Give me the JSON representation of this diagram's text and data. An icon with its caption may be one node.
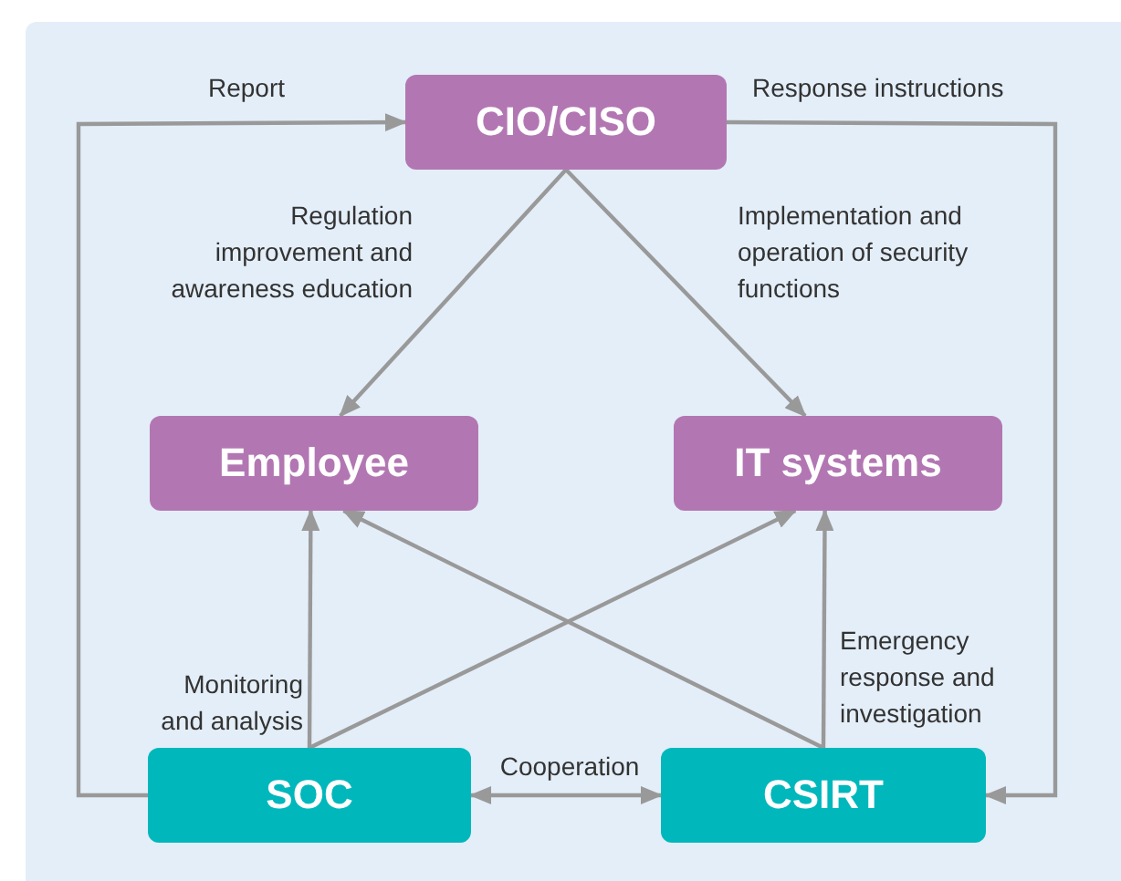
{
  "diagram": {
    "nodes": [
      {
        "text": [
          "CIO/CISO"
        ]
      },
      {
        "text": [
          "Employee"
        ]
      },
      {
        "text": [
          "IT systems"
        ]
      },
      {
        "text": [
          "SOC"
        ]
      },
      {
        "text": [
          "CSIRT"
        ]
      }
    ],
    "edges": [
      {
        "from": 3,
        "to": 0,
        "arrow": "to",
        "label": "Report"
      },
      {
        "from": 0,
        "to": 4,
        "arrow": "to",
        "label": "Response instructions"
      },
      {
        "from": 0,
        "to": 1,
        "arrow": "to",
        "label": "Regulation improvement and awareness education"
      },
      {
        "from": 0,
        "to": 2,
        "arrow": "to",
        "label": "Implementation and operation of security functions"
      },
      {
        "from": 3,
        "to": 1,
        "arrow": "to",
        "label": "Monitoring and analysis"
      },
      {
        "from": 3,
        "to": 2,
        "arrow": "to"
      },
      {
        "from": 4,
        "to": 1,
        "arrow": "to"
      },
      {
        "from": 4,
        "to": 2,
        "arrow": "to",
        "label": "Emergency response and investigation"
      },
      {
        "from": 3,
        "to": 4,
        "arrow": "both",
        "label": "Cooperation"
      }
    ]
  }
}
